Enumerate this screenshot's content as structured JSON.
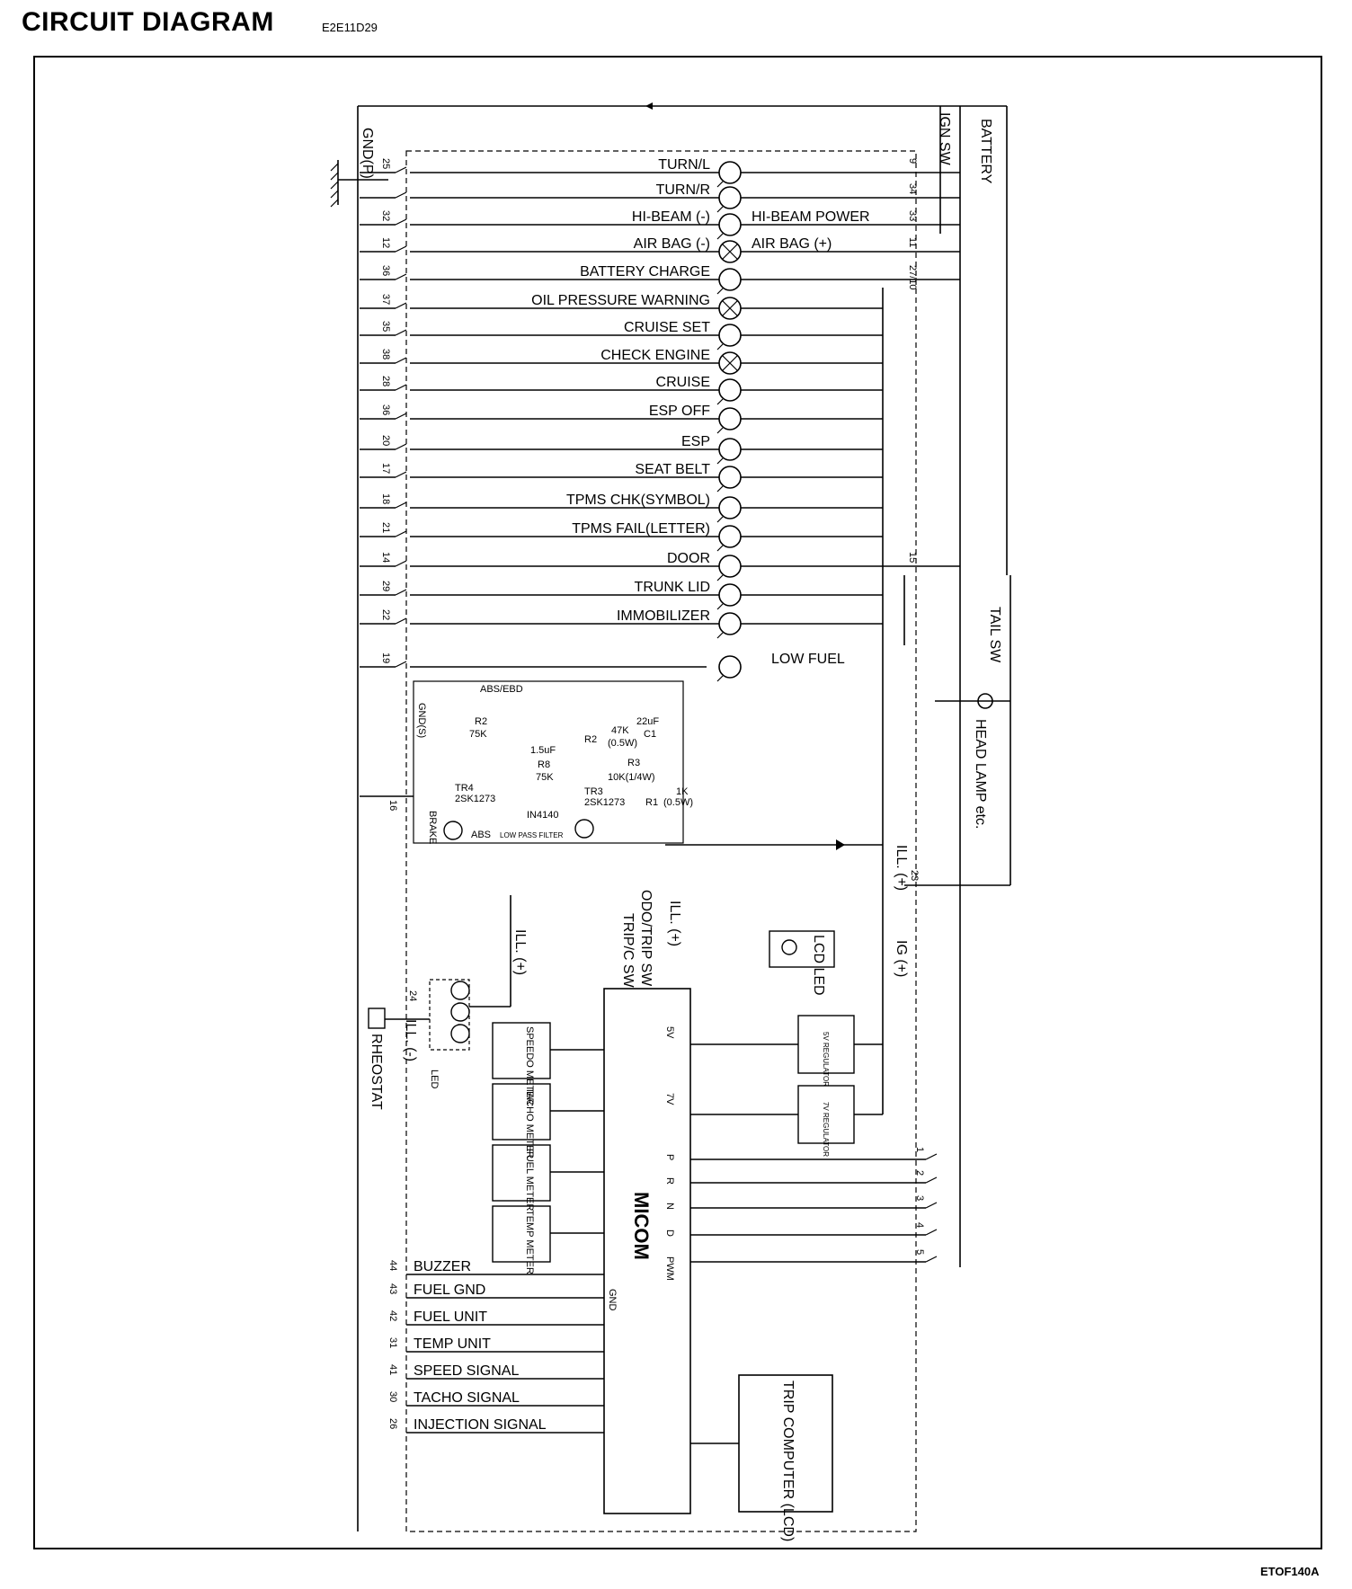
{
  "header": {
    "title": "CIRCUIT DIAGRAM",
    "code": "E2E11D29"
  },
  "footer": {
    "code": "ETOF140A"
  },
  "power": {
    "battery": "BATTERY",
    "ign_sw": "IGN SW",
    "gnd_p": "GND(P)",
    "gnd_s": "GND(S)"
  },
  "indicators": [
    {
      "label": "TURN/L",
      "pin": "25",
      "right_pin": "9",
      "lamp": "led"
    },
    {
      "label": "TURN/R",
      "pin": "",
      "right_pin": "34",
      "lamp": "led"
    },
    {
      "label": "HI-BEAM (-)",
      "pin": "32",
      "right_pin": "33",
      "lamp": "led",
      "right_label": "HI-BEAM POWER"
    },
    {
      "label": "AIR BAG (-)",
      "pin": "12",
      "right_pin": "11",
      "lamp": "bulb",
      "right_label": "AIR BAG (+)"
    },
    {
      "label": "BATTERY CHARGE",
      "pin": "36",
      "right_pin": "27/10",
      "lamp": "led"
    },
    {
      "label": "OIL PRESSURE WARNING",
      "pin": "37",
      "right_pin": "",
      "lamp": "bulb"
    },
    {
      "label": "CRUISE SET",
      "pin": "35",
      "right_pin": "",
      "lamp": "led"
    },
    {
      "label": "CHECK ENGINE",
      "pin": "38",
      "right_pin": "",
      "lamp": "bulb"
    },
    {
      "label": "CRUISE",
      "pin": "28",
      "right_pin": "",
      "lamp": "led"
    },
    {
      "label": "ESP OFF",
      "pin": "36",
      "right_pin": "",
      "lamp": "led"
    },
    {
      "label": "ESP",
      "pin": "20",
      "right_pin": "",
      "lamp": "led"
    },
    {
      "label": "SEAT BELT",
      "pin": "17",
      "right_pin": "",
      "lamp": "led"
    },
    {
      "label": "TPMS CHK(SYMBOL)",
      "pin": "18",
      "right_pin": "",
      "lamp": "led"
    },
    {
      "label": "TPMS FAIL(LETTER)",
      "pin": "21",
      "right_pin": "",
      "lamp": "led"
    },
    {
      "label": "DOOR",
      "pin": "14",
      "right_pin": "15",
      "lamp": "led"
    },
    {
      "label": "TRUNK LID",
      "pin": "29",
      "right_pin": "",
      "lamp": "led"
    },
    {
      "label": "IMMOBILIZER",
      "pin": "22",
      "right_pin": "",
      "lamp": "led"
    },
    {
      "label": "LOW FUEL",
      "pin": "19",
      "right_pin": "",
      "lamp": "led"
    }
  ],
  "right_side": {
    "tail_sw": "TAIL SW",
    "head_lamp": "HEAD LAMP etc.",
    "ill_plus": "ILL. (+)",
    "pin_23": "23",
    "ig_plus": "IG (+)",
    "lcd_led": "LCD LED"
  },
  "abs": {
    "title": "ABS/EBD",
    "r2_left": "R2",
    "r2_left_val": "75K",
    "c_1_5": "1.5uF",
    "r8": "R8",
    "r8_val": "75K",
    "tr4": "TR4",
    "tr4_part": "2SK1273",
    "diode": "IN4140",
    "r2_right": "R2",
    "r2_right_val": "47K",
    "r2_right_w": "(0.5W)",
    "c1": "22uF",
    "c1_label": "C1",
    "r3": "R3",
    "r3_val": "10K(1/4W)",
    "tr3": "TR3",
    "tr3_part": "2SK1273",
    "r1": "R1",
    "r1_val": "1K",
    "r1_w": "(0.5W)",
    "brake": "BRAKE",
    "abs_lamp": "ABS",
    "low_pass": "LOW PASS FILTER",
    "pin_16": "16"
  },
  "micom": {
    "label": "MICOM",
    "odo_trip": "ODO/TRIP SW",
    "trip_c": "TRIP/C SW",
    "ill_plus": "ILL. (+)",
    "v5": "5V",
    "v7": "7V",
    "gears": [
      "P",
      "R",
      "N",
      "D",
      "PWM"
    ],
    "gear_pins": [
      "1",
      "2",
      "3",
      "4",
      "5"
    ],
    "gnd": "GND",
    "meters": [
      "SPEEDO METER",
      "TACHO METER",
      "FUEL METER",
      "TEMP METER"
    ],
    "reg5": "5V REGULATOR",
    "reg7": "7V REGULATOR",
    "trip_computer": "TRIP COMPUTER (LCD)"
  },
  "left_side": {
    "rheostat": "RHEOSTAT",
    "ill_minus": "ILL. (-)",
    "pin_24": "24",
    "led": "LED",
    "ill_plus": "ILL. (+)"
  },
  "bottom_signals": [
    {
      "pin": "44",
      "label": "BUZZER"
    },
    {
      "pin": "43",
      "label": "FUEL GND"
    },
    {
      "pin": "42",
      "label": "FUEL UNIT"
    },
    {
      "pin": "31",
      "label": "TEMP UNIT"
    },
    {
      "pin": "41",
      "label": "SPEED SIGNAL"
    },
    {
      "pin": "30",
      "label": "TACHO SIGNAL"
    },
    {
      "pin": "26",
      "label": "INJECTION SIGNAL"
    }
  ]
}
